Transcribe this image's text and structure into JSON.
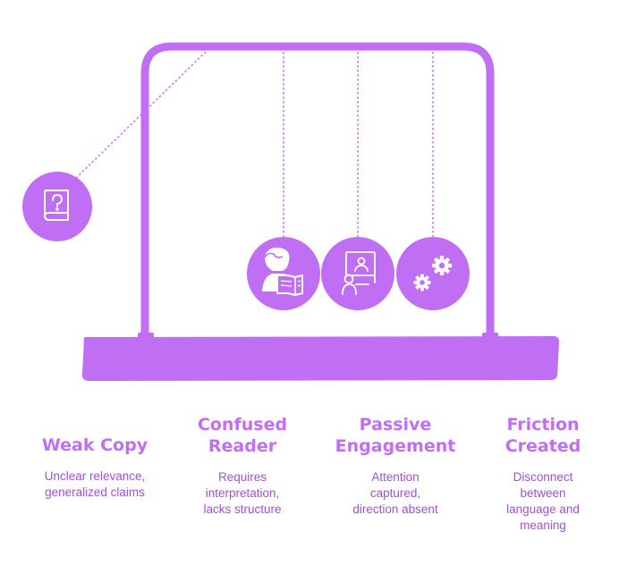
{
  "colors": {
    "primary": "#c06ef3",
    "text": "#a24fd8",
    "line": "#c878f5",
    "icon": "#ffffff"
  },
  "items": [
    {
      "icon": "question-book-icon",
      "title_lines": [
        "Weak Copy"
      ],
      "desc_lines": [
        "Unclear relevance,",
        "generalized claims"
      ]
    },
    {
      "icon": "reader-book-icon",
      "title_lines": [
        "Confused",
        "Reader"
      ],
      "desc_lines": [
        "Requires",
        "interpretation,",
        "lacks structure"
      ]
    },
    {
      "icon": "screen-presentation-icon",
      "title_lines": [
        "Passive",
        "Engagement"
      ],
      "desc_lines": [
        "Attention",
        "captured,",
        "direction absent"
      ]
    },
    {
      "icon": "gears-icon",
      "title_lines": [
        "Friction",
        "Created"
      ],
      "desc_lines": [
        "Disconnect",
        "between",
        "language and",
        "meaning"
      ]
    }
  ]
}
